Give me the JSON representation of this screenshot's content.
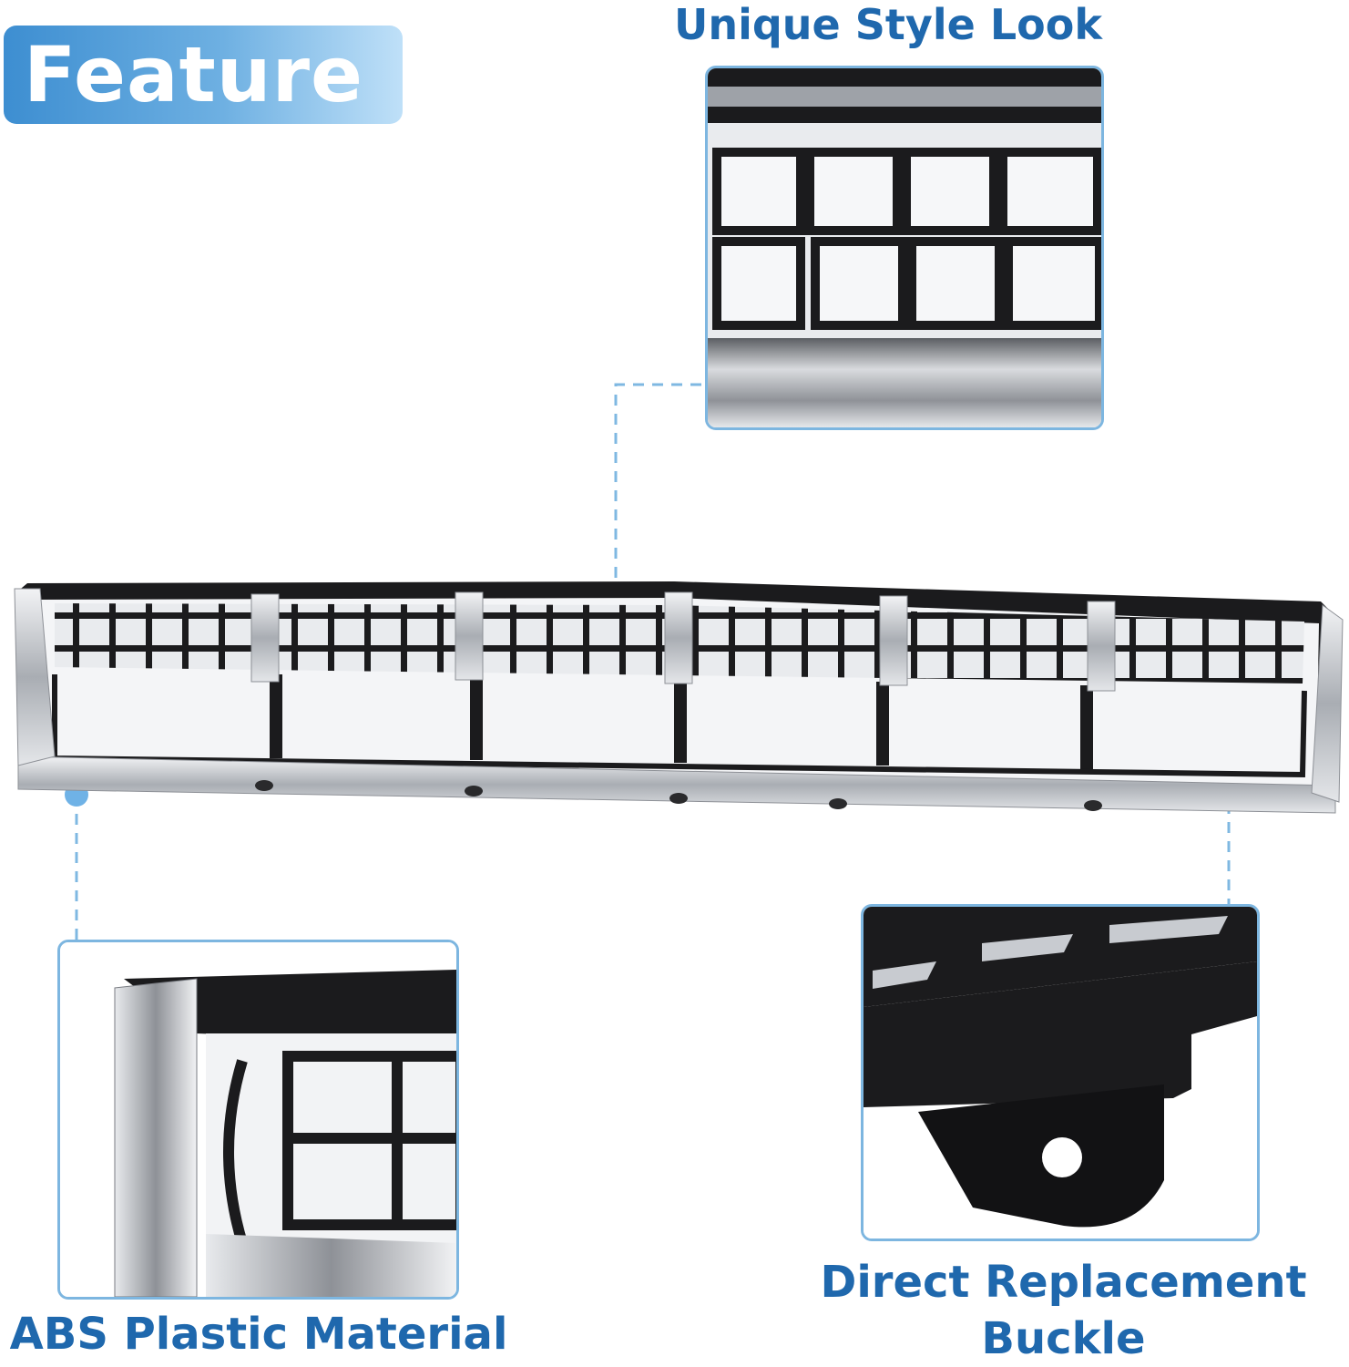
{
  "badge": {
    "label": "Feature"
  },
  "callouts": {
    "top": "Unique Style Look",
    "left": "ABS Plastic Material",
    "right_line1": "Direct Replacement",
    "right_line2": "Buckle"
  },
  "colors": {
    "accent": "#1f68ad",
    "panel_border": "#7db6e0",
    "dot": "#6fb2e6",
    "chrome": "#c9ccd1",
    "grille_black": "#1b1b1d"
  }
}
